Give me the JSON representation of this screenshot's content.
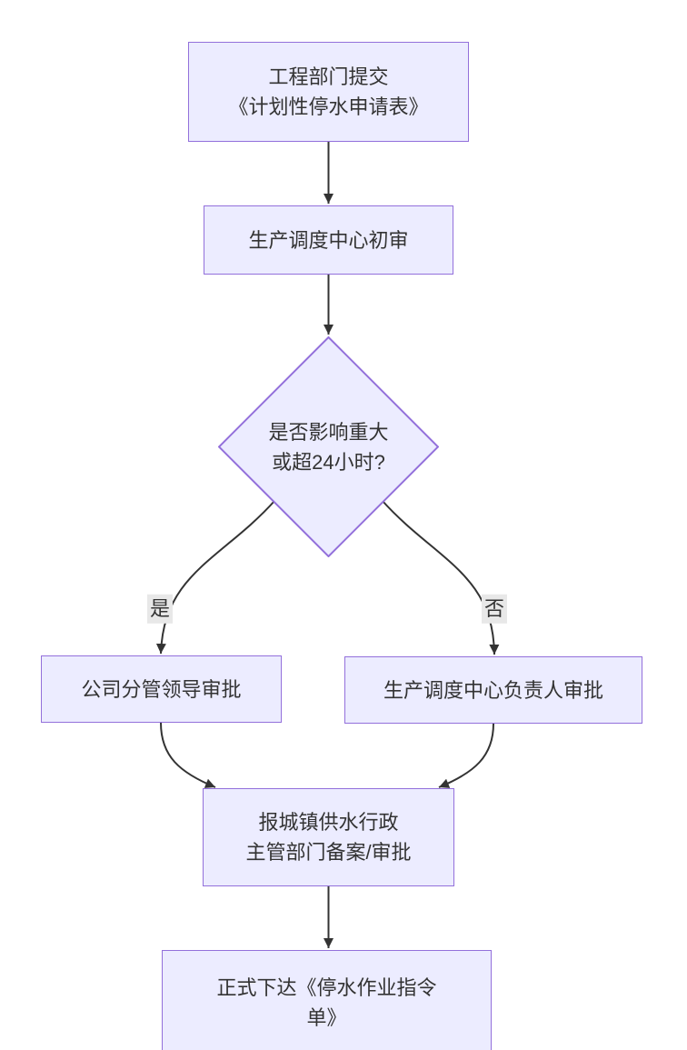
{
  "diagram": {
    "type": "flowchart",
    "background_color": "#ffffff",
    "node_fill_color": "#ECECFF",
    "node_border_color": "#9370DB",
    "edge_color": "#333333",
    "text_color": "#333333",
    "edge_label_background": "#e8e8e8",
    "nodes": [
      {
        "id": "submit",
        "shape": "rect",
        "label": "工程部门提交\n《计划性停水申请表》"
      },
      {
        "id": "review",
        "shape": "rect",
        "label": "生产调度中心初审"
      },
      {
        "id": "decision",
        "shape": "diamond",
        "label": "是否影响重大\n或超24小时?"
      },
      {
        "id": "leader",
        "shape": "rect",
        "label": "公司分管领导审批"
      },
      {
        "id": "center",
        "shape": "rect",
        "label": "生产调度中心负责人审批"
      },
      {
        "id": "report",
        "shape": "rect",
        "label": "报城镇供水行政\n主管部门备案/审批"
      },
      {
        "id": "issue",
        "shape": "rect",
        "label": "正式下达《停水作业指令\n单》"
      }
    ],
    "edges": [
      {
        "from": "submit",
        "to": "review",
        "label": ""
      },
      {
        "from": "review",
        "to": "decision",
        "label": ""
      },
      {
        "from": "decision",
        "to": "leader",
        "label": "是"
      },
      {
        "from": "decision",
        "to": "center",
        "label": "否"
      },
      {
        "from": "leader",
        "to": "report",
        "label": ""
      },
      {
        "from": "center",
        "to": "report",
        "label": ""
      },
      {
        "from": "report",
        "to": "issue",
        "label": ""
      }
    ]
  }
}
